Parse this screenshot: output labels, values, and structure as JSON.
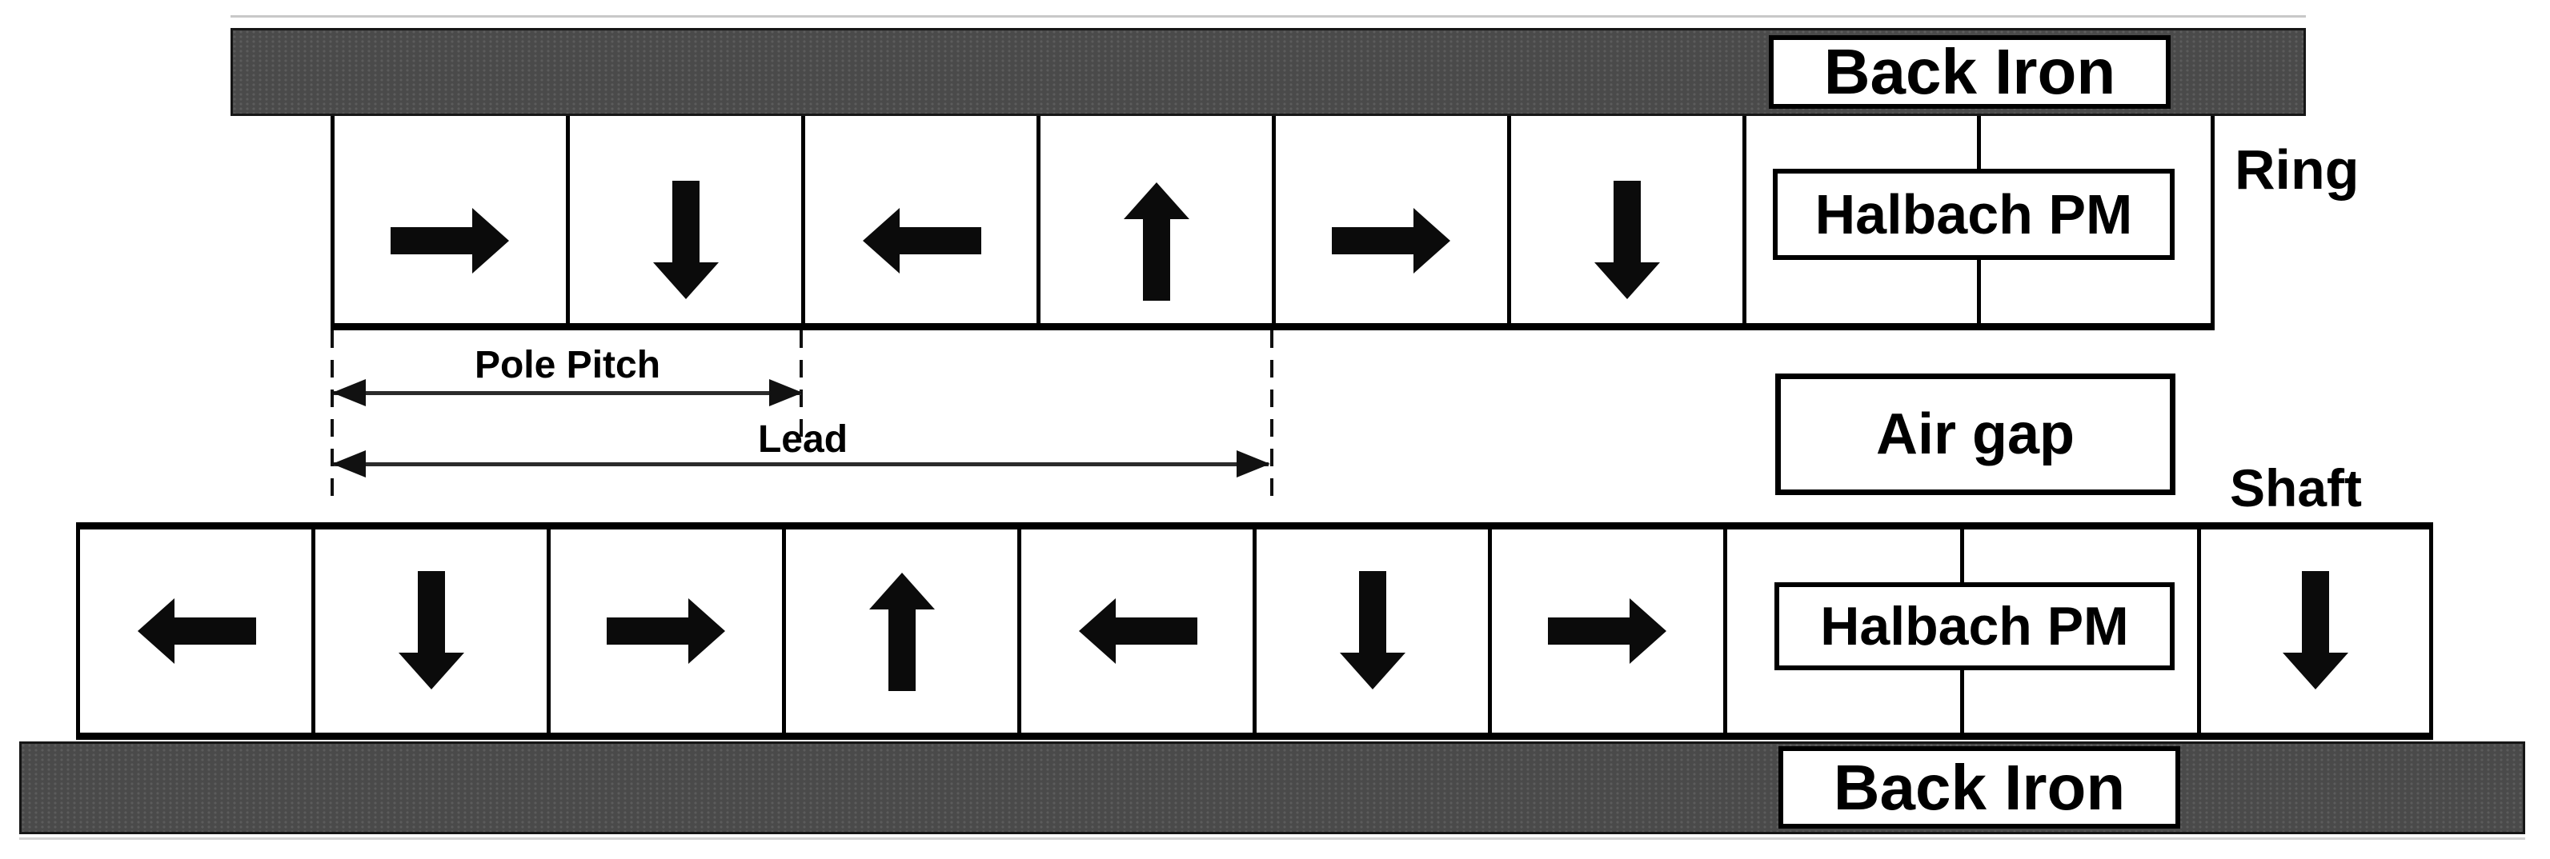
{
  "figure": {
    "description": "Halbach permanent magnet lead screw cross-section diagram"
  },
  "colors": {
    "back_iron_fill": "#4a4a4a",
    "back_iron_dot": "#5c5c5c",
    "line_black": "#000000"
  },
  "labels": {
    "ring": "Ring",
    "shaft": "Shaft",
    "air_gap": "Air gap",
    "pole_pitch": "Pole Pitch",
    "lead": "Lead"
  },
  "ring_assembly": {
    "back_iron_label": "Back Iron",
    "halbach_pm_label": "Halbach PM",
    "magnetization_sequence": [
      "right",
      "down",
      "left",
      "up",
      "right",
      "down"
    ]
  },
  "shaft_assembly": {
    "back_iron_label": "Back Iron",
    "halbach_pm_label": "Halbach PM",
    "magnetization_sequence": [
      "left",
      "down",
      "right",
      "up",
      "left",
      "down",
      "right"
    ],
    "end_magnet": "down"
  }
}
